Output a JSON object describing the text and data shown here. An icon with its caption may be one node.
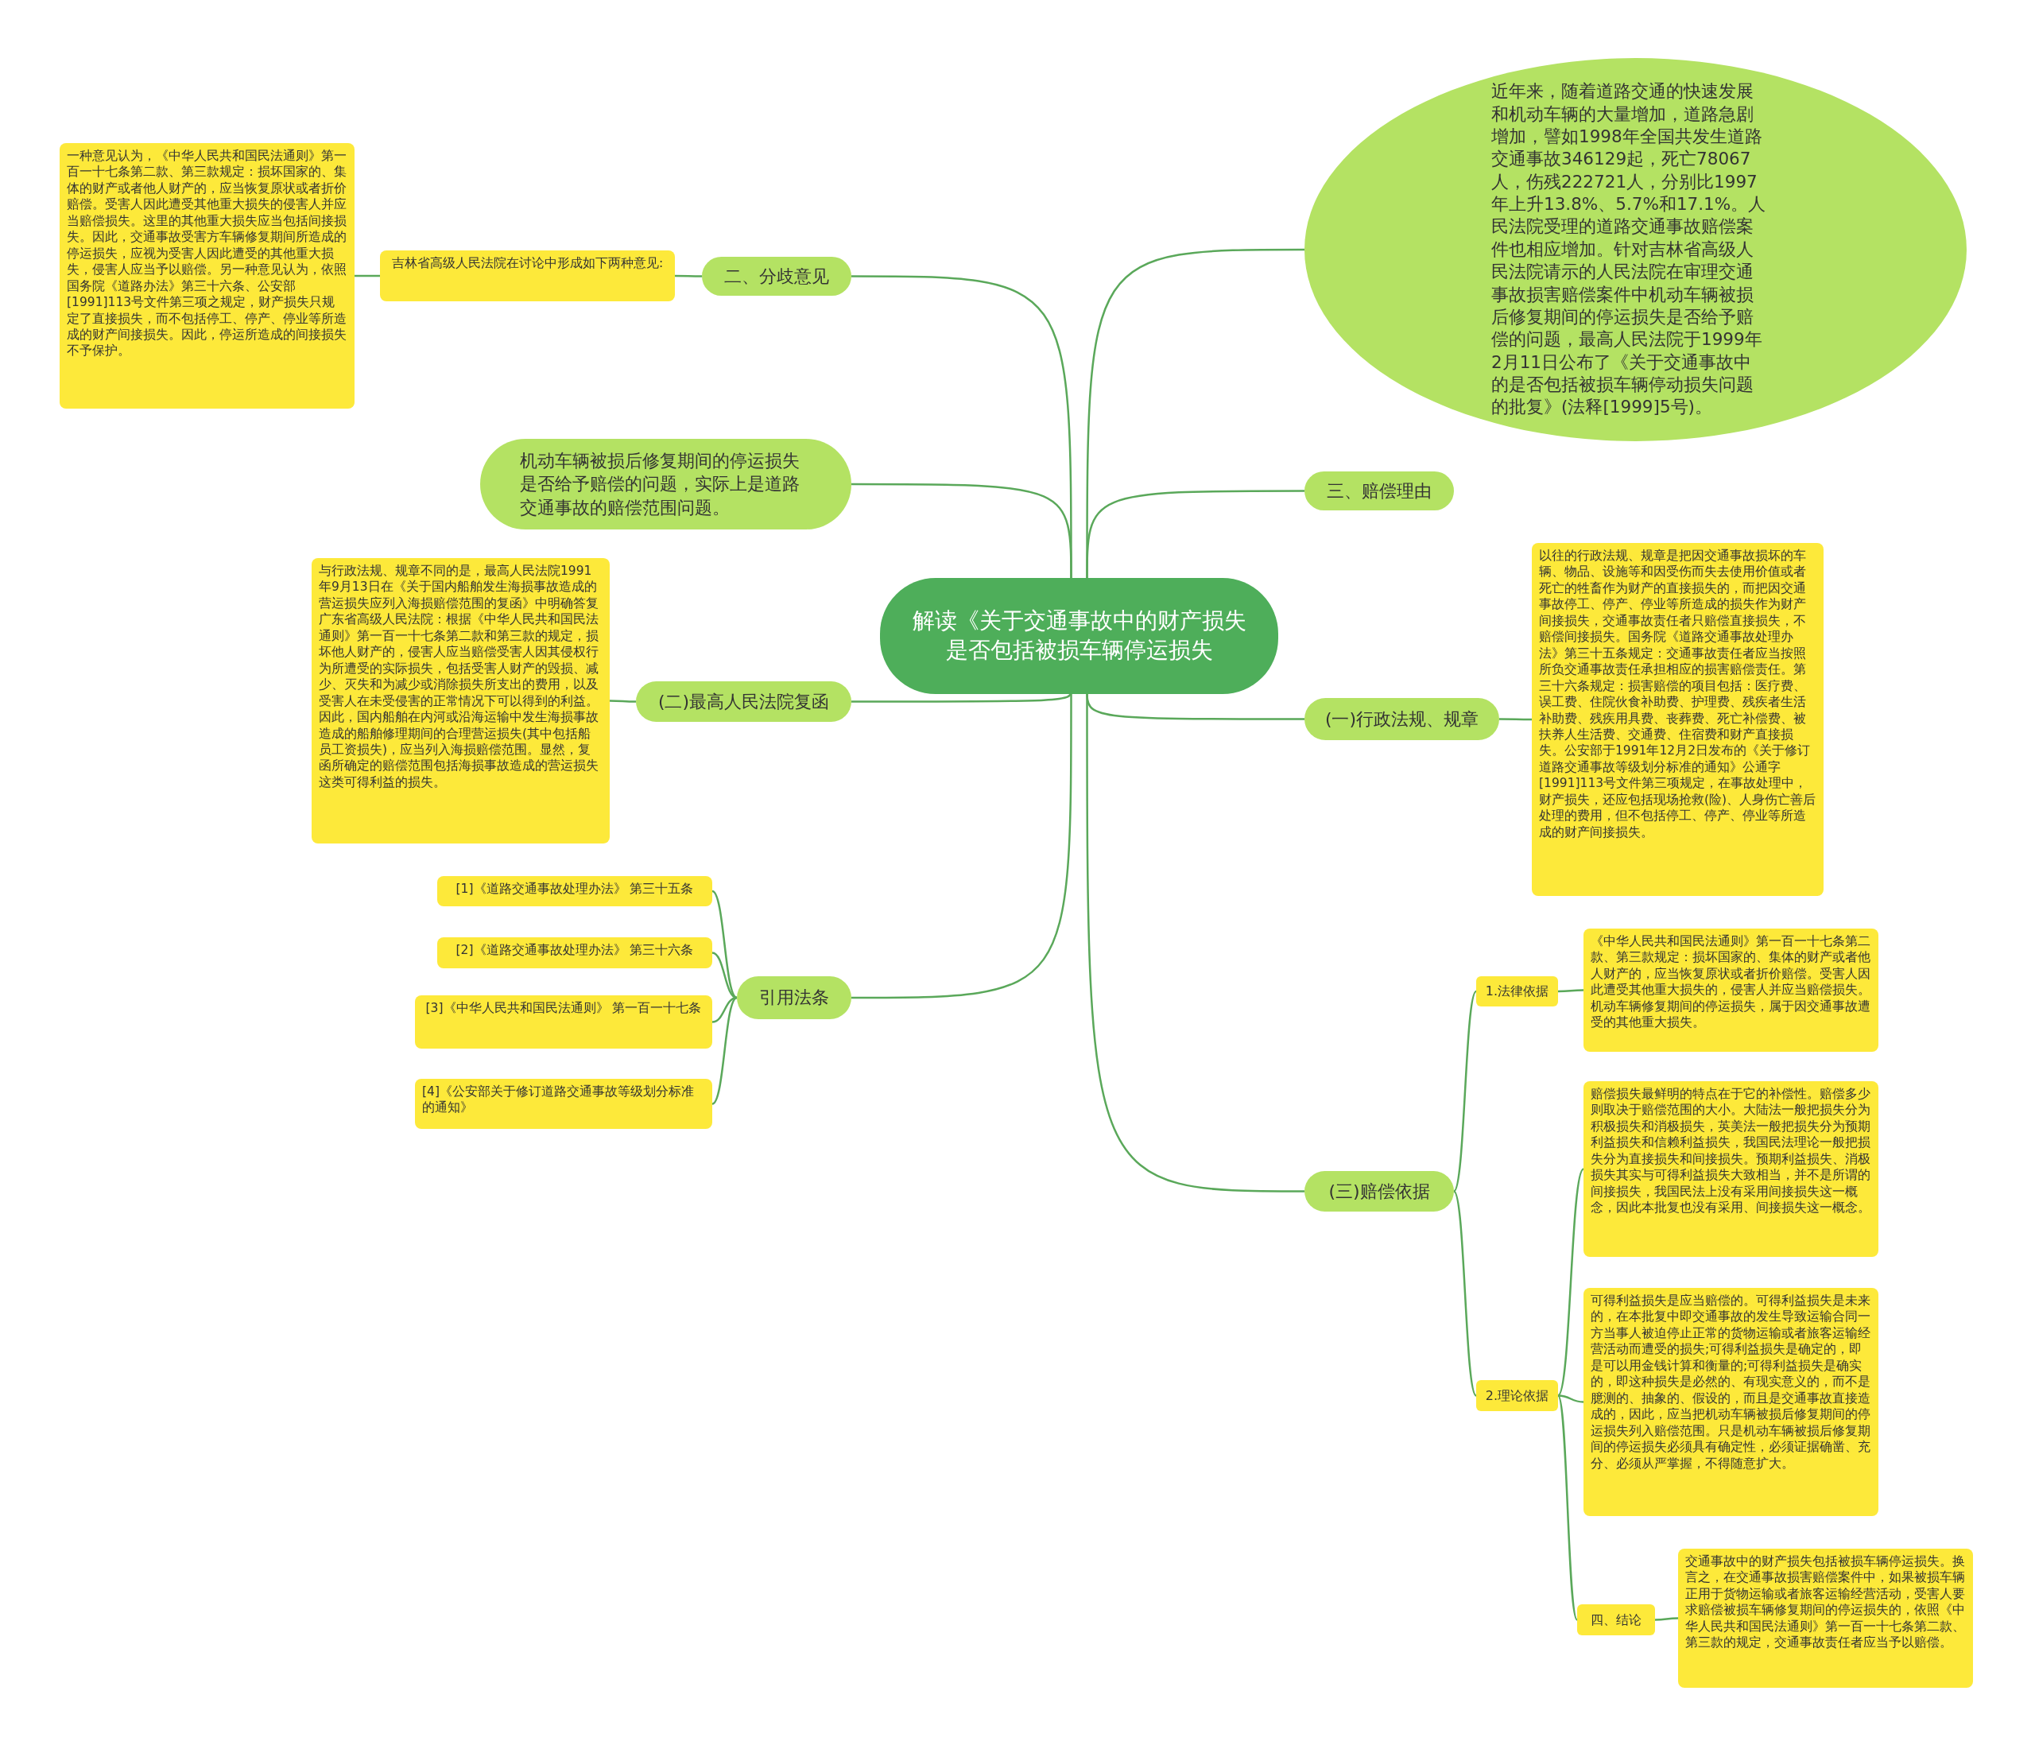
{
  "diagram": {
    "nodes": [
      {
        "text": [
          "解读《关于交通事故中的财产损失是否包括被损车辆停运损失"
        ]
      },
      {
        "text": [
          "二、分歧意见"
        ]
      },
      {
        "text": [
          "吉林省高级人民法院在讨论中形成如下两种意见:"
        ]
      },
      {
        "text": [
          "一种意见认为，《中华人民共和国民法通则》第一百一十七条第二款、第三款规定：损坏国家的、集体的财产或者他人财产的，应当恢复原状或者折价赔偿。受害人因此遭受其他重大损失的侵害人并应当赔偿损失。这里的其他重大损失应当包括间接损失。因此，交通事故受害方车辆修复期间所造成的停运损失，应视为受害人因此遭受的其他重大损失，侵害人应当予以赔偿。另一种意见认为，依照国务院《道路办法》第三十六条、公安部[1991]113号文件第三项之规定，财产损失只规定了直接损失，而不包括停工、停产、停业等所造成的财产间接损失。因此，停运所造成的间接损失不予保护。"
        ]
      },
      {
        "text": [
          "机动车辆被损后修复期间的停运损失是否给予赔偿的问题，实际上是道路交通事故的赔偿范围问题。"
        ]
      },
      {
        "text": [
          "(二)最高人民法院复函"
        ]
      },
      {
        "text": [
          "与行政法规、规章不同的是，最高人民法院1991年9月13日在《关于国内船舶发生海损事故造成的营运损失应列入海损赔偿范围的复函》中明确答复广东省高级人民法院：根据《中华人民共和国民法通则》第一百一十七条第二款和第三款的规定，损坏他人财产的，侵害人应当赔偿受害人因其侵权行为所遭受的实际损失，包括受害人财产的毁损、减少、灭失和为减少或消除损失所支出的费用，以及受害人在未受侵害的正常情况下可以得到的利益。因此，国内船舶在内河或沿海运输中发生海损事故造成的船舶修理期间的合理营运损失(其中包括船员工资损失)，应当列入海损赔偿范围。显然，复函所确定的赔偿范围包括海损事故造成的营运损失这类可得利益的损失。"
        ]
      },
      {
        "text": [
          "引用法条"
        ]
      },
      {
        "text": [
          "[1]《道路交通事故处理办法》 第三十五条"
        ]
      },
      {
        "text": [
          "[2]《道路交通事故处理办法》 第三十六条"
        ]
      },
      {
        "text": [
          "[3]《中华人民共和国民法通则》 第一百一十七条"
        ]
      },
      {
        "text": [
          "[4]《公安部关于修订道路交通事故等级划分标准的通知》"
        ]
      },
      {
        "text": [
          "近年来，随着道路交通的快速发展和机动车辆的大量增加，道路急剧增加，譬如1998年全国共发生道路交通事故346129起，死亡78067人，伤残222721人，分别比1997年上升13.8%、5.7%和17.1%。人民法院受理的道路交通事故赔偿案件也相应增加。针对吉林省高级人民法院请示的人民法院在审理交通事故损害赔偿案件中机动车辆被损后修复期间的停运损失是否给予赔偿的问题，最高人民法院于1999年2月11日公布了《关于交通事故中的是否包括被损车辆停动损失问题的批复》(法释[1999]5号)。"
        ]
      },
      {
        "text": [
          "三、赔偿理由"
        ]
      },
      {
        "text": [
          "(一)行政法规、规章"
        ]
      },
      {
        "text": [
          "以往的行政法规、规章是把因交通事故损坏的车辆、物品、设施等和因受伤而失去使用价值或者死亡的牲畜作为财产的直接损失的，而把因交通事故停工、停产、停业等所造成的损失作为财产间接损失，交通事故责任者只赔偿直接损失，不赔偿间接损失。国务院《道路交通事故处理办法》第三十五条规定：交通事故责任者应当按照所负交通事故责任承担相应的损害赔偿责任。第三十六条规定：损害赔偿的项目包括：医疗费、误工费、住院伙食补助费、护理费、残疾者生活补助费、残疾用具费、丧葬费、死亡补偿费、被扶养人生活费、交通费、住宿费和财产直接损失。公安部于1991年12月2日发布的《关于修订道路交通事故等级划分标准的通知》公通字[1991]113号文件第三项规定，在事故处理中，财产损失，还应包括现场抢救(险)、人身伤亡善后处理的费用，但不包括停工、停产、停业等所造成的财产间接损失。"
        ]
      },
      {
        "text": [
          "(三)赔偿依据"
        ]
      },
      {
        "text": [
          "1.法律依据"
        ]
      },
      {
        "text": [
          "《中华人民共和国民法通则》第一百一十七条第二款、第三款规定：损坏国家的、集体的财产或者他人财产的，应当恢复原状或者折价赔偿。受害人因此遭受其他重大损失的，侵害人并应当赔偿损失。机动车辆修复期间的停运损失，属于因交通事故遭受的其他重大损失。"
        ]
      },
      {
        "text": [
          "2.理论依据"
        ]
      },
      {
        "text": [
          "赔偿损失最鲜明的特点在于它的补偿性。赔偿多少则取决于赔偿范围的大小。大陆法一般把损失分为积极损失和消极损失，英美法一般把损失分为预期利益损失和信赖利益损失，我国民法理论一般把损失分为直接损失和间接损失。预期利益损失、消极损失其实与可得利益损失大致相当，并不是所谓的间接损失，我国民法上没有采用间接损失这一概念，因此本批复也没有采用、间接损失这一概念。"
        ]
      },
      {
        "text": [
          "可得利益损失是应当赔偿的。可得利益损失是未来的，在本批复中即交通事故的发生导致运输合同一方当事人被迫停止正常的货物运输或者旅客运输经营活动而遭受的损失;可得利益损失是确定的，即是可以用金钱计算和衡量的;可得利益损失是确实的，即这种损失是必然的、有现实意义的，而不是臆测的、抽象的、假设的，而且是交通事故直接造成的，因此，应当把机动车辆被损后修复期间的停运损失列入赔偿范围。只是机动车辆被损后修复期间的停运损失必须具有确定性，必须证据确凿、充分、必须从严掌握，不得随意扩大。"
        ]
      },
      {
        "text": [
          "四、结论"
        ]
      },
      {
        "text": [
          "交通事故中的财产损失包括被损车辆停运损失。换言之，在交通事故损害赔偿案件中，如果被损车辆正用于货物运输或者旅客运输经营活动，受害人要求赔偿被损车辆修复期间的停运损失的，依照《中华人民共和国民法通则》第一百一十七条第二款、第三款的规定，交通事故责任者应当予以赔偿。"
        ]
      }
    ],
    "edges": [
      {
        "from": 0,
        "to": 1,
        "arrow": "none"
      },
      {
        "from": 1,
        "to": 2,
        "arrow": "none"
      },
      {
        "from": 2,
        "to": 3,
        "arrow": "none"
      },
      {
        "from": 0,
        "to": 4,
        "arrow": "none"
      },
      {
        "from": 0,
        "to": 5,
        "arrow": "none"
      },
      {
        "from": 5,
        "to": 6,
        "arrow": "none"
      },
      {
        "from": 0,
        "to": 7,
        "arrow": "none"
      },
      {
        "from": 7,
        "to": 8,
        "arrow": "none"
      },
      {
        "from": 7,
        "to": 9,
        "arrow": "none"
      },
      {
        "from": 7,
        "to": 10,
        "arrow": "none"
      },
      {
        "from": 7,
        "to": 11,
        "arrow": "none"
      },
      {
        "from": 0,
        "to": 12,
        "arrow": "none"
      },
      {
        "from": 0,
        "to": 13,
        "arrow": "none"
      },
      {
        "from": 0,
        "to": 14,
        "arrow": "none"
      },
      {
        "from": 14,
        "to": 15,
        "arrow": "none"
      },
      {
        "from": 0,
        "to": 16,
        "arrow": "none"
      },
      {
        "from": 16,
        "to": 17,
        "arrow": "none"
      },
      {
        "from": 17,
        "to": 18,
        "arrow": "none"
      },
      {
        "from": 16,
        "to": 19,
        "arrow": "none"
      },
      {
        "from": 19,
        "to": 20,
        "arrow": "none"
      },
      {
        "from": 19,
        "to": 21,
        "arrow": "none"
      },
      {
        "from": 19,
        "to": 22,
        "arrow": "none"
      },
      {
        "from": 22,
        "to": 23,
        "arrow": "none"
      }
    ]
  }
}
